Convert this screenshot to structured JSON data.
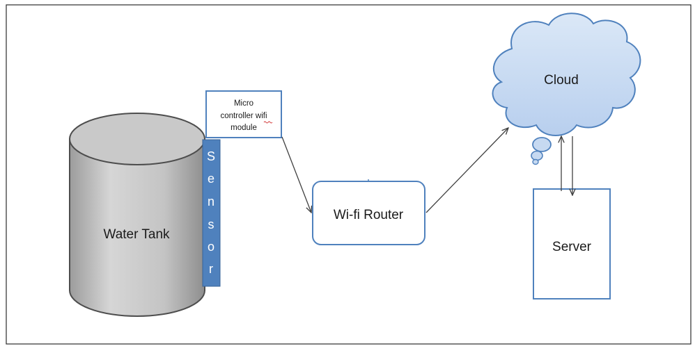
{
  "diagram": {
    "tank": {
      "label": "Water Tank"
    },
    "sensor": {
      "label_chars": [
        "S",
        "e",
        "n",
        "s",
        "o",
        "r"
      ]
    },
    "module": {
      "lines": [
        "Micro",
        "controller wifi",
        "module"
      ]
    },
    "router": {
      "label": "Wi-fi Router"
    },
    "cloud": {
      "label": "Cloud"
    },
    "server": {
      "label": "Server"
    }
  },
  "colors": {
    "frame_border": "#2b2b2b",
    "box_border": "#4f81bd",
    "sensor_fill": "#4f81bd",
    "tank_fill": "#bfbfbf",
    "cloud_fill": "#c6d9f1",
    "cloud_stroke": "#4f81bd",
    "arrow": "#404040"
  }
}
